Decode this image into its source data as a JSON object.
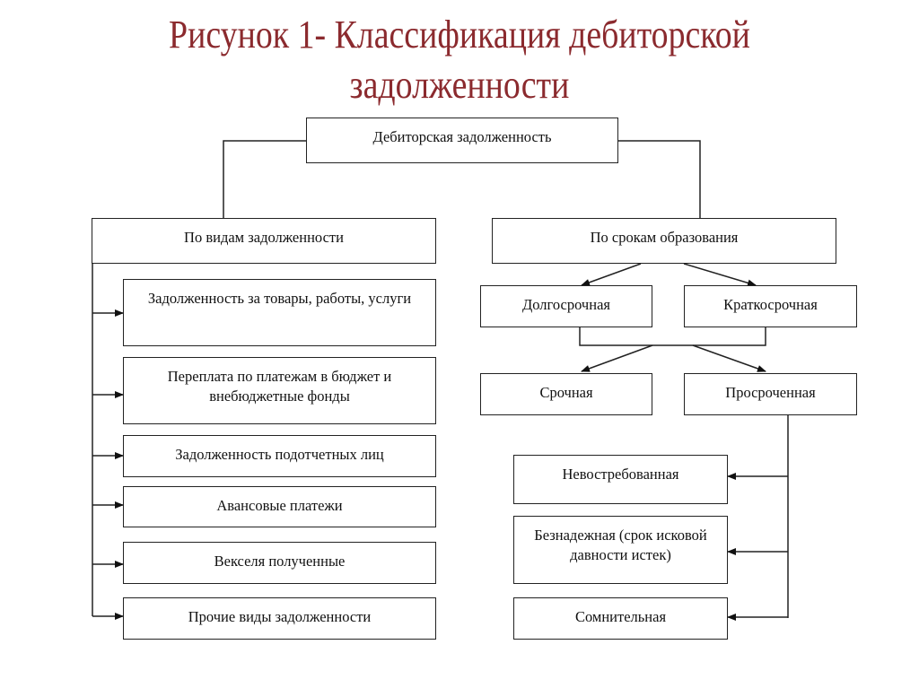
{
  "title": {
    "line1": "Рисунок 1- Классификация дебиторской",
    "line2": "задолженности",
    "color": "#8b2a2e"
  },
  "root": {
    "label": "Дебиторская задолженность"
  },
  "by_type": {
    "label": "По видам задолженности",
    "items": [
      {
        "label": "Задолженность за товары, работы, услуги"
      },
      {
        "label": "Переплата по платежам в бюджет и внебюджетные фонды"
      },
      {
        "label": "Задолженность подотчетных лиц"
      },
      {
        "label": "Авансовые платежи"
      },
      {
        "label": "Векселя полученные"
      },
      {
        "label": "Прочие виды задолженности"
      }
    ]
  },
  "by_term": {
    "label": "По срокам образования",
    "long_term": {
      "label": "Долгосрочная"
    },
    "short_term": {
      "label": "Краткосрочная"
    },
    "urgent": {
      "label": "Срочная"
    },
    "overdue": {
      "label": "Просроченная",
      "items": [
        {
          "label": "Невостребованная"
        },
        {
          "label": "Безнадежная (срок исковой давности истек)"
        },
        {
          "label": "Сомнительная"
        }
      ]
    }
  }
}
